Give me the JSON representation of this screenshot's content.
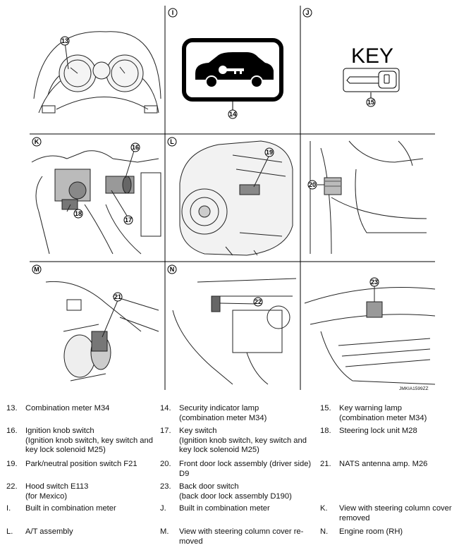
{
  "figure": {
    "id": "JMKIA1599ZZ",
    "panels": [
      {
        "letter": "I"
      },
      {
        "letter": "J"
      },
      {
        "letter": "K"
      },
      {
        "letter": "L"
      },
      {
        "letter": "M"
      },
      {
        "letter": "N"
      }
    ],
    "key_word": "KEY",
    "callouts": [
      "13",
      "14",
      "15",
      "16",
      "17",
      "18",
      "19",
      "20",
      "21",
      "22",
      "23"
    ]
  },
  "legend": [
    {
      "num": "13.",
      "text": "Combination meter M34"
    },
    {
      "num": "14.",
      "text": "Security indicator lamp\n(combination meter M34)"
    },
    {
      "num": "15.",
      "text": "Key warning lamp\n(combination meter M34)"
    },
    {
      "num": "16.",
      "text": "Ignition knob switch\n(Ignition knob switch, key switch and\nkey lock solenoid M25)"
    },
    {
      "num": "17.",
      "text": "Key switch\n(Ignition knob switch, key switch and\nkey lock solenoid M25)"
    },
    {
      "num": "18.",
      "text": "Steering lock unit M28"
    },
    {
      "num": "19.",
      "text": "Park/neutral position switch F21"
    },
    {
      "num": "20.",
      "text": "Front door lock assembly (driver side)\nD9"
    },
    {
      "num": "21.",
      "text": "NATS antenna amp. M26"
    },
    {
      "num": "22.",
      "text": "Hood switch E113\n(for Mexico)"
    },
    {
      "num": "23.",
      "text": "Back door switch\n(back door lock assembly D190)"
    },
    {
      "num": "I.",
      "text": "Built in combination meter"
    },
    {
      "num": "J.",
      "text": "Built in combination meter"
    },
    {
      "num": "K.",
      "text": "View with steering column cover\nremoved"
    },
    {
      "num": "L.",
      "text": "A/T assembly"
    },
    {
      "num": "M.",
      "text": "View with steering column cover re-\nmoved"
    },
    {
      "num": "N.",
      "text": "Engine room (RH)"
    }
  ]
}
